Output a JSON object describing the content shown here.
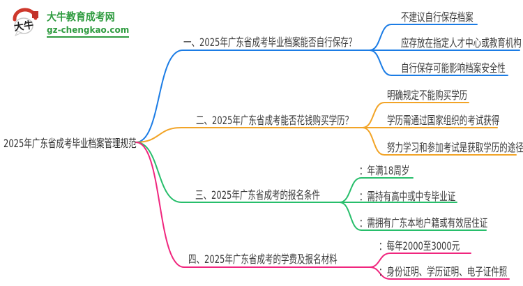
{
  "logo": {
    "icon": "daniu-seal-icon",
    "title": "大牛教育成考网",
    "domain": "gz-chengkao.com",
    "green": "#2E9B3F",
    "red": "#CE382C"
  },
  "root": {
    "title": "2025年广东省成考毕业档案管理规范"
  },
  "branches": [
    {
      "label": "一、2025年广东省成考毕业档案能否自行保存？",
      "color": "#1B7CE5",
      "children": [
        "不建议自行保存档案",
        "应存放在指定人才中心或教育机构",
        "自行保存可能影响档案安全性"
      ]
    },
    {
      "label": "二、2025年广东省成考能否花钱购买学历？",
      "color": "#F2A427",
      "children": [
        "明确规定不能购买学历",
        "学历需通过国家组织的考试获得",
        "努力学习和参加考试是获取学历的途径"
      ]
    },
    {
      "label": "三、2025年广东省成考的报名条件",
      "color": "#27BE6B",
      "children": [
        "：年满18周岁",
        "：需持有高中或中专毕业证",
        "：需拥有广东本地户籍或有效居住证"
      ]
    },
    {
      "label": "四、2025年广东省成考的学费及报名材料",
      "color": "#F0267E",
      "children": [
        "：每年2000至3000元",
        "：身份证明、学历证明、电子证件照"
      ]
    }
  ]
}
